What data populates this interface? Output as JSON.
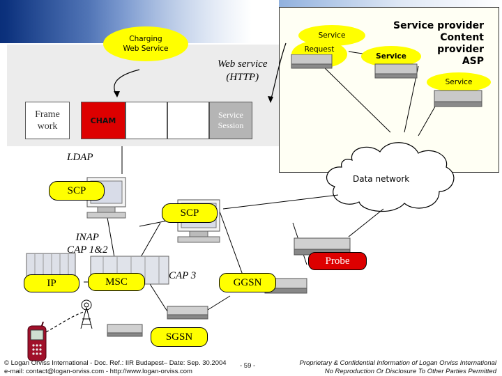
{
  "diagram": {
    "charging_web_service": "Charging\nWeb Service",
    "web_service_http": "Web service\n(HTTP)",
    "service_provider": "Service provider\nContent provider\nASP",
    "service_top": "Service",
    "request_engine": "Request\nEngine",
    "service_right": "Service",
    "service_lower": "Service",
    "frame_work": "Frame\nwork",
    "cham": "CHAM",
    "service_session": "Service\nSession",
    "ldap": "LDAP",
    "data_network": "Data network",
    "scp_left": "SCP",
    "scp_center": "SCP",
    "inap": "INAP\nCAP 1&2",
    "probe": "Probe",
    "ip": "IP",
    "msc": "MSC",
    "cap3": "CAP 3",
    "ggsn": "GGSN",
    "sgsn": "SGSN"
  },
  "footer": {
    "left_line1": "© Logan Orviss International - Doc. Ref.: IIR Budapest– Date: Sep. 30.2004",
    "page": "- 59 -",
    "left_line2": "e-mail: contact@logan-orviss.com - http://www.logan-orviss.com",
    "right_line1": "Proprietary & Confidential Information of Logan Orviss International",
    "right_line2": "No Reproduction Or Disclosure To Other Parties Permitted"
  },
  "colors": {
    "yellow": "#ffff00",
    "red": "#dd0000",
    "gray_block": "#b5b5b5",
    "top_band": "#1c4a9c"
  }
}
